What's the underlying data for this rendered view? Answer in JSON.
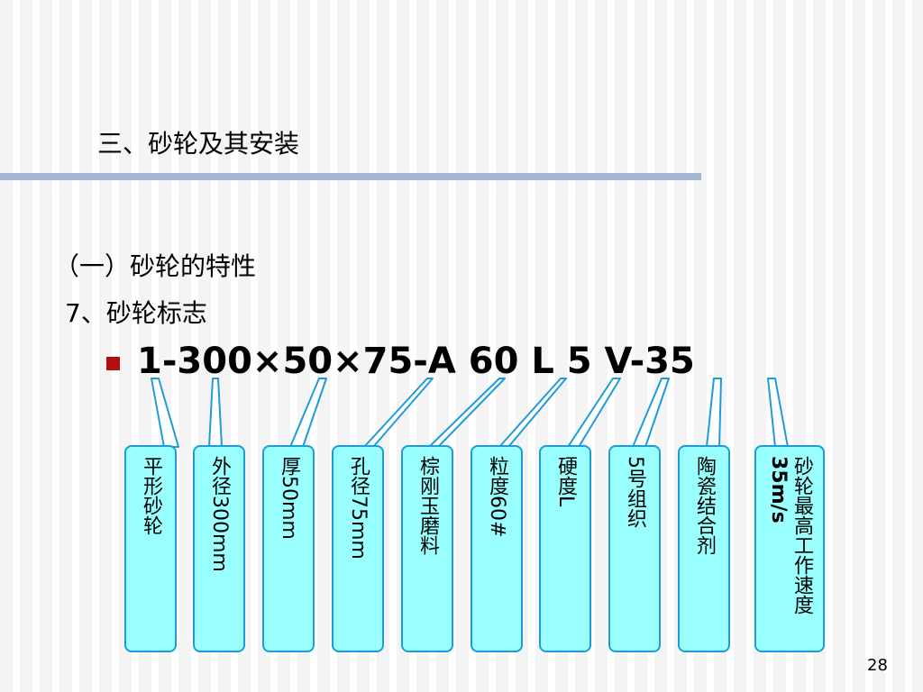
{
  "slide": {
    "title": "三、砂轮及其安装",
    "section": "（一）砂轮的特性",
    "subsection": "7、砂轮标志",
    "marking_code": "1-300×50×75-A 60 L 5 V-35",
    "page_number": "28"
  },
  "boxes": [
    {
      "label": "平形砂轮"
    },
    {
      "label": "外径300mm"
    },
    {
      "label": "厚50mm"
    },
    {
      "label": "孔径75mm"
    },
    {
      "label": "棕刚玉磨料"
    },
    {
      "label": "粒度60#"
    },
    {
      "label": "硬度L"
    },
    {
      "label": "5号组织"
    },
    {
      "label": "陶瓷结合剂"
    },
    {
      "label_col1": "砂轮最高工作速度",
      "label_col2": "35m/s"
    }
  ],
  "colors": {
    "box_fill": "#99ffff",
    "box_border": "#1f9bd8",
    "rule": "#a3b6d4",
    "bullet": "#b01010"
  }
}
